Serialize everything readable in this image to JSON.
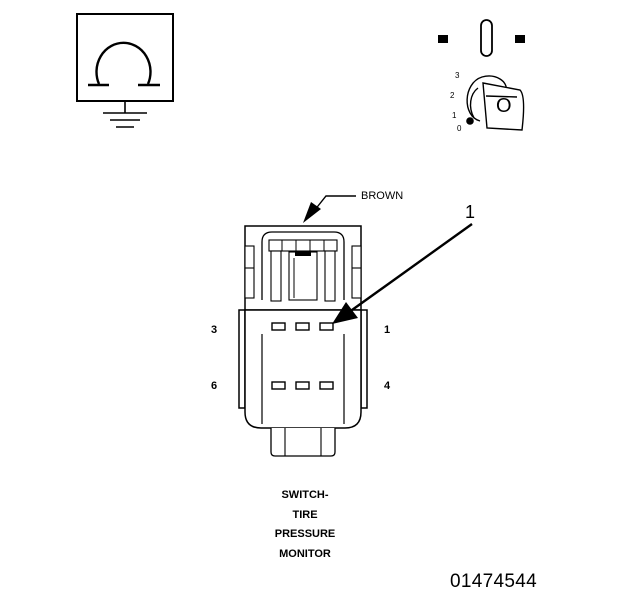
{
  "ohmmeter": {
    "symbol": "Ω"
  },
  "ignition": {
    "positions": [
      "3",
      "2",
      "1",
      "0"
    ],
    "key_letter": "O"
  },
  "connector": {
    "color_label": "BROWN",
    "callout": "1",
    "pins": {
      "top_left": "3",
      "top_right": "1",
      "bottom_left": "6",
      "bottom_right": "4"
    }
  },
  "title": {
    "lines": [
      "SWITCH-",
      "TIRE",
      "PRESSURE",
      "MONITOR"
    ]
  },
  "figure_number": "01474544"
}
